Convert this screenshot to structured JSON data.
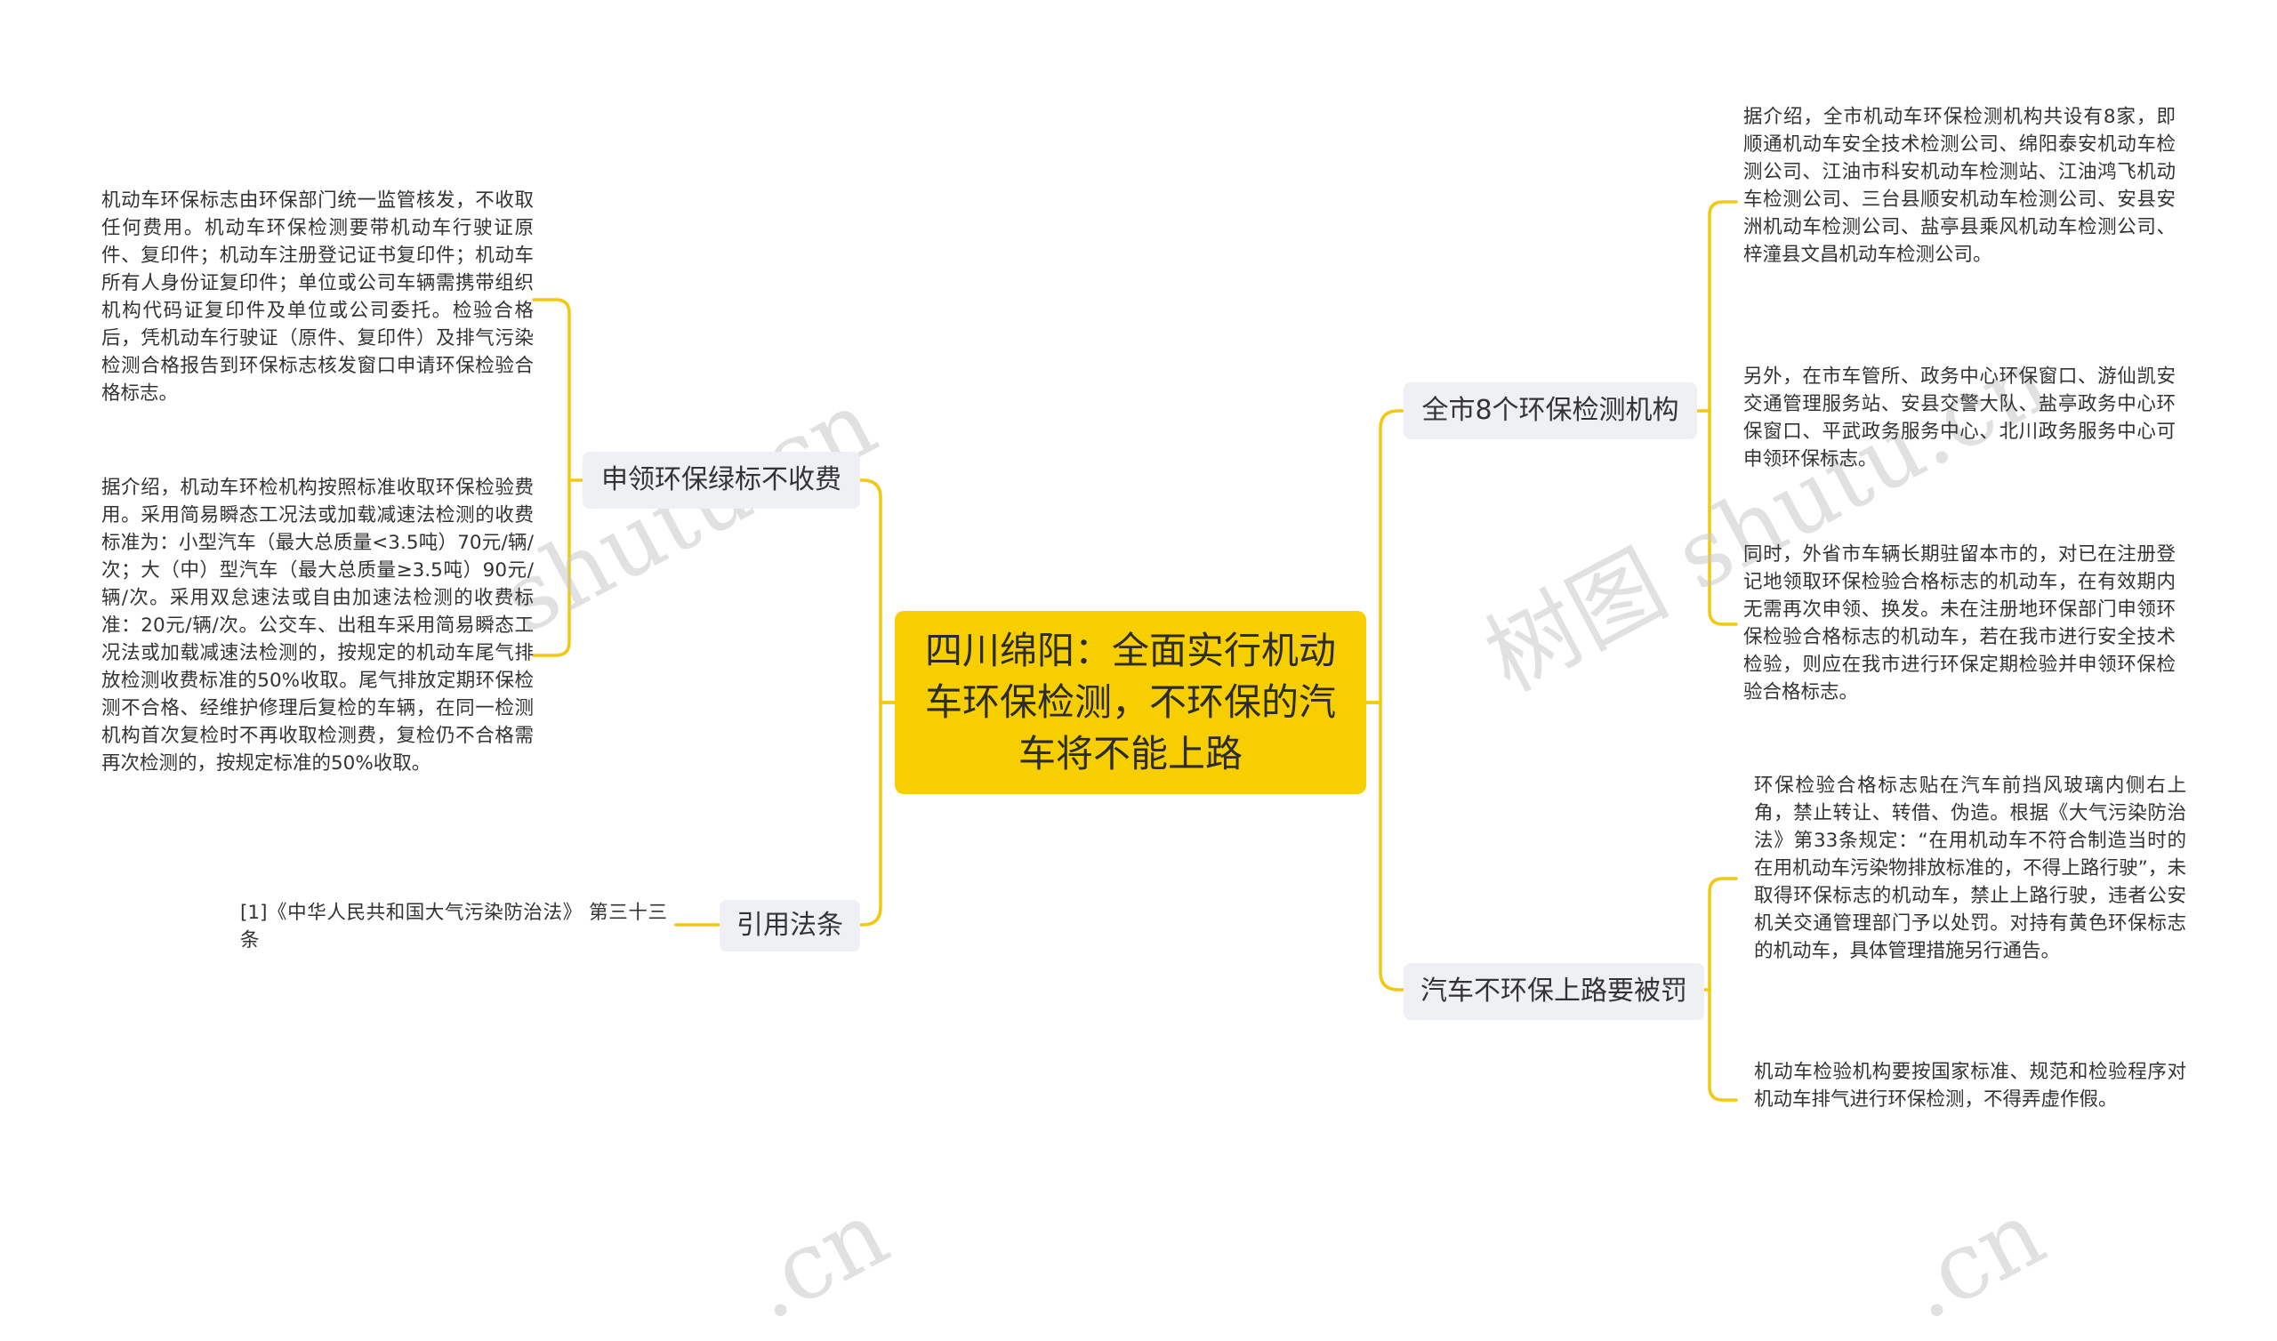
{
  "root": {
    "title": "四川绵阳：全面实行机动车环保检测，不环保的汽车将不能上路"
  },
  "branches": {
    "fee": {
      "label": "申领环保绿标不收费",
      "leaves": [
        "机动车环保标志由环保部门统一监管核发，不收取任何费用。机动车环保检测要带机动车行驶证原件、复印件；机动车注册登记证书复印件；机动车所有人身份证复印件；单位或公司车辆需携带组织机构代码证复印件及单位或公司委托。检验合格后，凭机动车行驶证（原件、复印件）及排气污染检测合格报告到环保标志核发窗口申请环保检验合格标志。",
        "据介绍，机动车环检机构按照标准收取环保检验费用。采用简易瞬态工况法或加载减速法检测的收费标准为：小型汽车（最大总质量<3.5吨）70元/辆/次；大（中）型汽车（最大总质量≥3.5吨）90元/辆/次。采用双怠速法或自由加速法检测的收费标准：20元/辆/次。公交车、出租车采用简易瞬态工况法或加载减速法检测的，按规定的机动车尾气排放检测收费标准的50%收取。尾气排放定期环保检测不合格、经维护修理后复检的车辆，在同一检测机构首次复检时不再收取检测费，复检仍不合格需再次检测的，按规定标准的50%收取。"
      ]
    },
    "law": {
      "label": "引用法条",
      "leaves": [
        "[1]《中华人民共和国大气污染防治法》 第三十三条"
      ]
    },
    "agencies": {
      "label": "全市8个环保检测机构",
      "leaves": [
        "据介绍，全市机动车环保检测机构共设有8家，即顺通机动车安全技术检测公司、绵阳泰安机动车检测公司、江油市科安机动车检测站、江油鸿飞机动车检测公司、三台县顺安机动车检测公司、安县安洲机动车检测公司、盐亭县乘风机动车检测公司、梓潼县文昌机动车检测公司。",
        "另外，在市车管所、政务中心环保窗口、游仙凯安交通管理服务站、安县交警大队、盐亭政务中心环保窗口、平武政务服务中心、北川政务服务中心可申领环保标志。",
        "同时，外省市车辆长期驻留本市的，对已在注册登记地领取环保检验合格标志的机动车，在有效期内无需再次申领、换发。未在注册地环保部门申领环保检验合格标志的机动车，若在我市进行安全技术检验，则应在我市进行环保定期检验并申领环保检验合格标志。"
      ]
    },
    "penalty": {
      "label": "汽车不环保上路要被罚",
      "leaves": [
        "环保检验合格标志贴在汽车前挡风玻璃内侧右上角，禁止转让、转借、伪造。根据《大气污染防治法》第33条规定：“在用机动车不符合制造当时的在用机动车污染物排放标准的，不得上路行驶”，未取得环保标志的机动车，禁止上路行驶，违者公安机关交通管理部门予以处罚。对持有黄色环保标志的机动车，具体管理措施另行通告。",
        "机动车检验机构要按国家标准、规范和检验程序对机动车排气进行环保检测，不得弄虚作假。"
      ]
    }
  },
  "watermarks": [
    "shutu.cn",
    "树图 shutu.cn",
    ".cn",
    ".cn"
  ],
  "colors": {
    "root_fill": "#f7ce00",
    "branch_fill": "#eef0f3",
    "connector": "#f2c811"
  }
}
